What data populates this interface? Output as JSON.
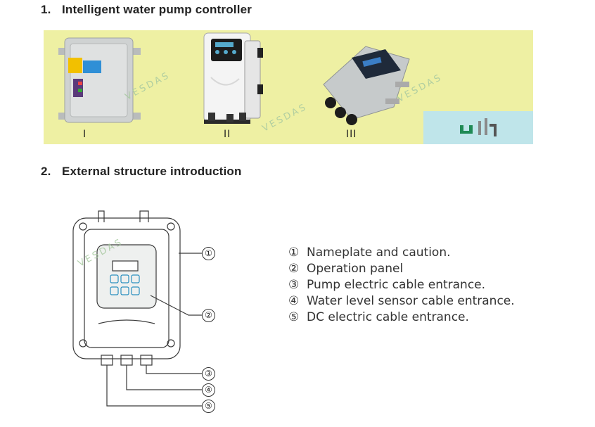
{
  "section1": {
    "number": "1.",
    "title": "Intelligent water pump controller"
  },
  "products": [
    {
      "label": "I"
    },
    {
      "label": "II"
    },
    {
      "label": "III"
    }
  ],
  "watermark": "VESDAS",
  "section2": {
    "number": "2.",
    "title": "External structure introduction"
  },
  "callouts": [
    {
      "marker": "①",
      "text": "Nameplate and caution."
    },
    {
      "marker": "②",
      "text": "Operation panel"
    },
    {
      "marker": "③",
      "text": "Pump electric cable entrance."
    },
    {
      "marker": "④",
      "text": "Water level sensor cable entrance."
    },
    {
      "marker": "⑤",
      "text": "DC electric cable entrance."
    }
  ],
  "colors": {
    "band": "#eef0a3",
    "accessory_box": "#bfe5ea",
    "watermark": "#a7c9a0"
  }
}
